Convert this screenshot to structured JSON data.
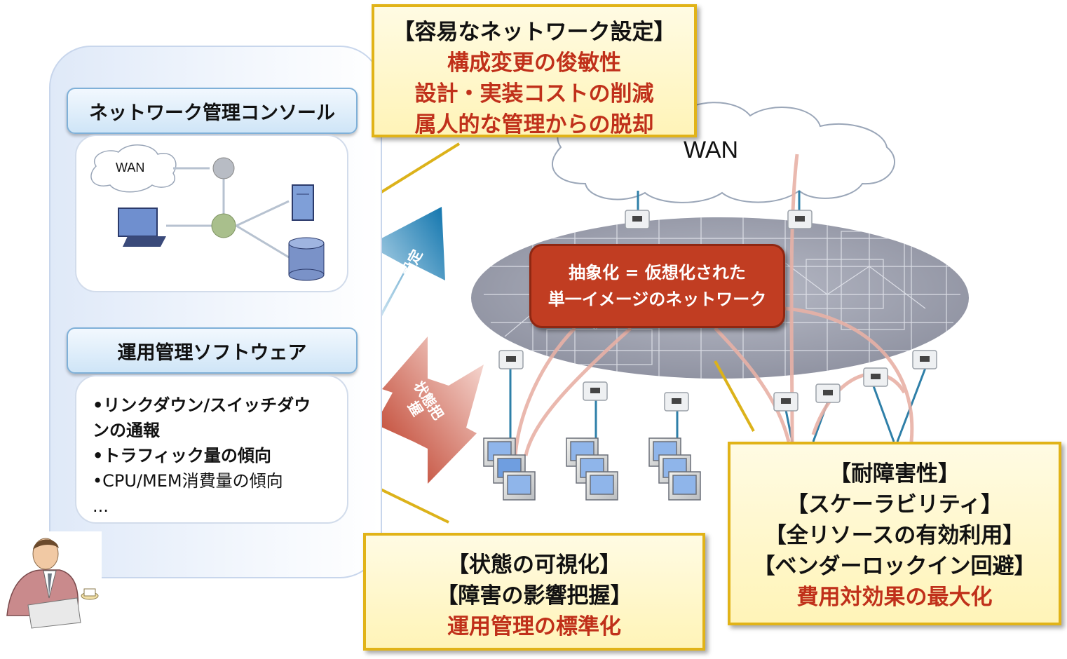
{
  "console": {
    "title": "ネットワーク管理コンソール",
    "wan_label": "WAN"
  },
  "ops": {
    "title": "運用管理ソフトウェア",
    "items": [
      "•リンクダウン/スイッチダウ",
      "ンの通報",
      "•トラフィック量の傾向",
      "•CPU/MEM消費量の傾向",
      "..."
    ]
  },
  "arrows": {
    "config": "設定",
    "status": "状態把握"
  },
  "callout_top": {
    "heading": "【容易なネットワーク設定】",
    "lines": [
      "構成変更の俊敏性",
      "設計・実装コストの削減",
      "属人的な管理からの脱却"
    ]
  },
  "callout_bottom_left": {
    "headings": [
      "【状態の可視化】",
      "【障害の影響把握】"
    ],
    "line": "運用管理の標準化"
  },
  "callout_bottom_right": {
    "headings": [
      "【耐障害性】",
      "【スケーラビリティ】",
      "【全リソースの有効利用】",
      "【ベンダーロックイン回避】"
    ],
    "line": "費用対効果の最大化"
  },
  "network": {
    "wan_label": "WAN",
    "abstraction_lines": [
      "抽象化 = 仮想化された",
      "単一イメージのネットワーク"
    ]
  },
  "colors": {
    "callout_border": "#e1b318",
    "accent_red": "#c0301a",
    "arrow_blue": "#1a7fb5",
    "arrow_red": "#c23a22",
    "abstraction_fill": "#c13d22"
  }
}
